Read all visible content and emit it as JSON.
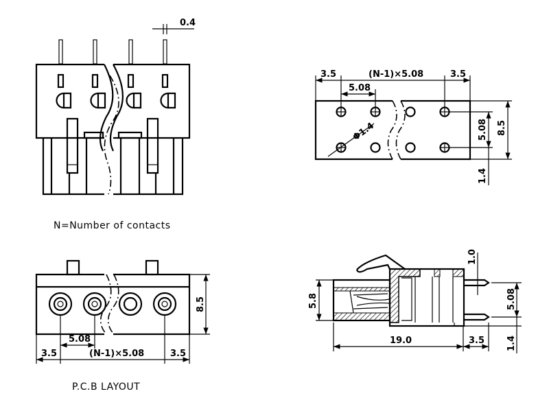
{
  "front_view": {
    "pin_width_dim": "0.4"
  },
  "top_view": {
    "dim_left": "3.5",
    "dim_span": "(N-1)×5.08",
    "dim_right": "3.5",
    "dim_pitch": "5.08",
    "dim_row_pitch": "5.08",
    "dim_depth": "8.5",
    "dim_offset": "1.4",
    "hole_diameter": "Φ1.4"
  },
  "note": "N=Number of contacts",
  "pcb_view": {
    "dim_height": "8.5",
    "dim_pitch": "5.08",
    "dim_left": "3.5",
    "dim_span": "(N-1)×5.08",
    "dim_right": "3.5",
    "caption": "P.C.B LAYOUT"
  },
  "side_view": {
    "dim_height": "5.8",
    "dim_length": "19.0",
    "dim_pin_length": "3.5",
    "dim_pin_width": "1.0",
    "dim_pin_pitch": "5.08",
    "dim_offset": "1.4"
  }
}
